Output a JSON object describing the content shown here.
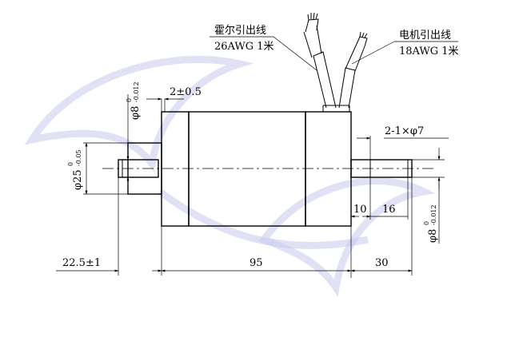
{
  "labels": {
    "hall_wire_title": "霍尔引出线",
    "hall_wire_spec": "26AWG 1米",
    "motor_wire_title": "电机引出线",
    "motor_wire_spec": "18AWG 1米",
    "flange_thickness": "2±0.5",
    "left_shaft_dia_main": "φ8",
    "left_shaft_dia_upper": "0",
    "left_shaft_dia_lower": "-0.012",
    "pilot_dia_main": "φ25",
    "pilot_dia_upper": "0",
    "pilot_dia_lower": "-0.05",
    "shaft_spec": "2-1×φ7",
    "right_shaft_dia_main": "φ8",
    "right_shaft_dia_upper": "0",
    "right_shaft_dia_lower": "-0.012",
    "dim_10": "10",
    "dim_16": "16",
    "dim_left_shaft": "22.5±1",
    "dim_body": "95",
    "dim_right_shaft": "30"
  },
  "colors": {
    "line": "#000000",
    "watermark": "#c8c8ee"
  }
}
